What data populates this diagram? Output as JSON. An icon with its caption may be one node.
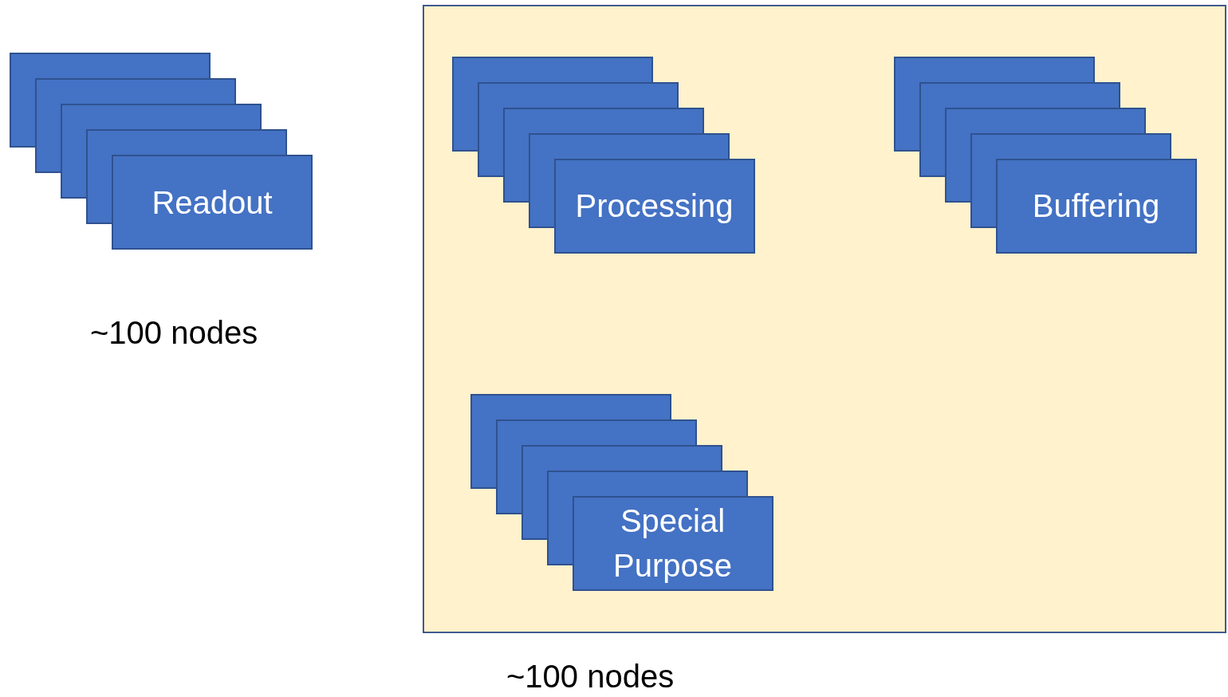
{
  "diagram": {
    "nodes": [
      {
        "text": [
          "Readout"
        ],
        "beside": [
          "~100 nodes"
        ]
      },
      {
        "text": [],
        "shape": "box",
        "beside": [
          "~100 nodes"
        ]
      },
      {
        "text": [
          "Processing"
        ],
        "in": 1
      },
      {
        "text": [
          "Buffering"
        ],
        "in": 1
      },
      {
        "text": [
          "Special Purpose"
        ],
        "in": 1
      }
    ],
    "edges": []
  }
}
